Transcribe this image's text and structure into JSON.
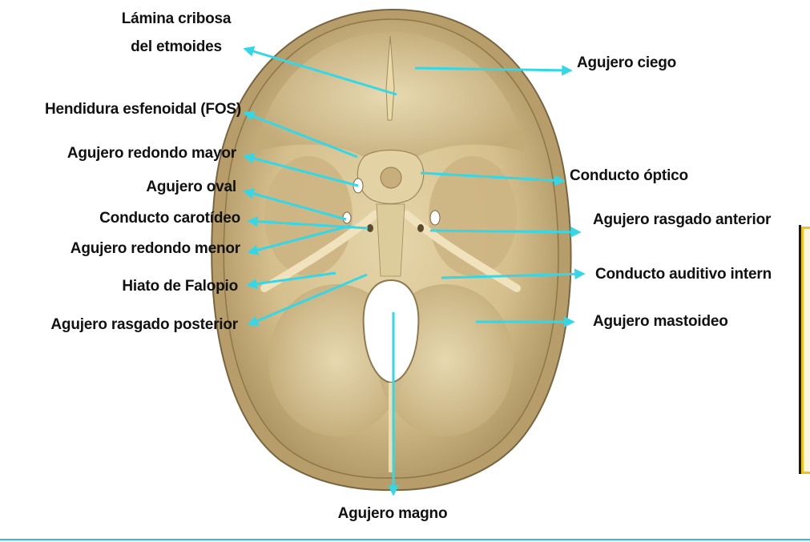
{
  "labels": {
    "lamina_line1": "Lámina cribosa",
    "lamina_line2": "del etmoides",
    "hendidura": "Hendidura esfenoidal (FOS)",
    "redondo_mayor": "Agujero redondo mayor",
    "oval": "Agujero oval",
    "carotideo": "Conducto carotídeo",
    "redondo_menor": "Agujero redondo menor",
    "falopio": "Hiato de Falopio",
    "rasgado_posterior": "Agujero rasgado posterior",
    "ciego": "Agujero ciego",
    "optico": "Conducto óptico",
    "rasgado_anterior": "Agujero rasgado anterior",
    "auditivo": "Conducto auditivo intern",
    "mastoideo": "Agujero mastoideo",
    "magno": "Agujero magno"
  },
  "colors": {
    "arrow": "#35d7e6",
    "bone": "#d8c597",
    "bone_dark": "#a08a5c",
    "note_border": "#f2c21b"
  }
}
